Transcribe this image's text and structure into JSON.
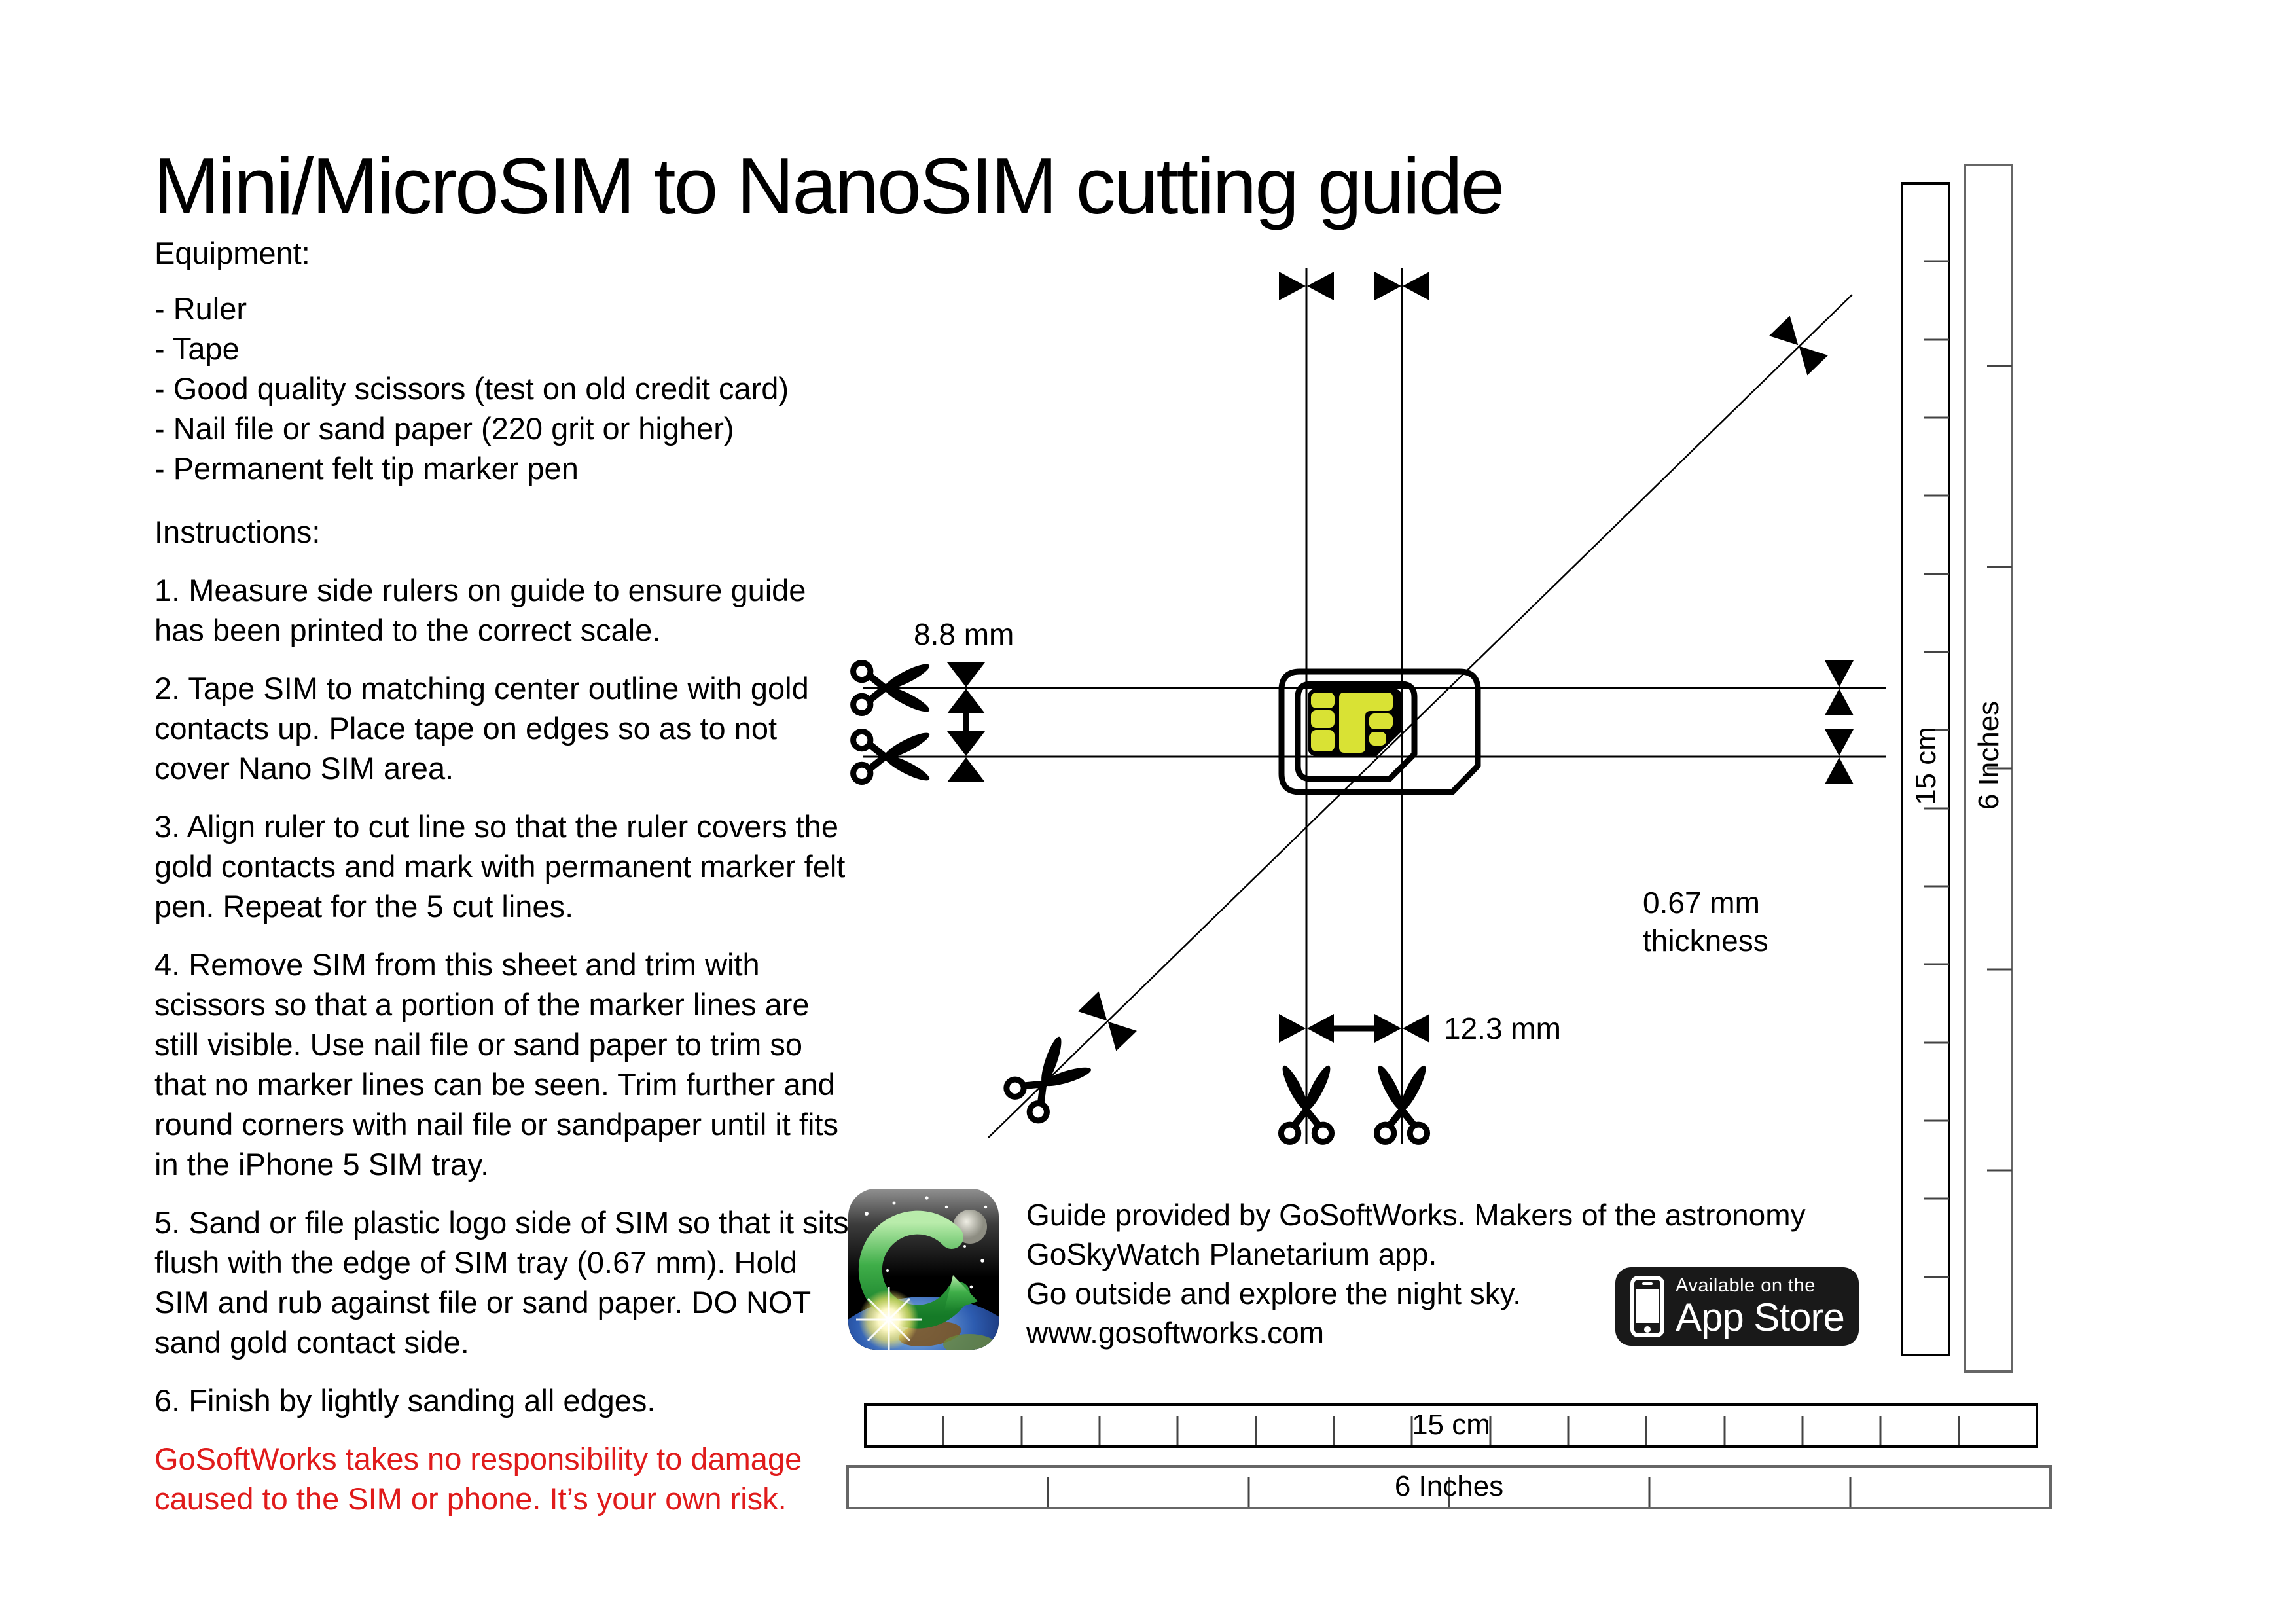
{
  "page": {
    "title": "Mini/MicroSIM to NanoSIM cutting guide"
  },
  "equipment": {
    "heading": "Equipment:",
    "items": [
      "- Ruler",
      "- Tape",
      "- Good quality scissors (test on old credit card)",
      "- Nail file or sand paper (220 grit or higher)",
      "- Permanent felt tip marker pen"
    ]
  },
  "instructions": {
    "heading": "Instructions:",
    "steps": [
      "1. Measure side rulers on guide to ensure guide has been printed to the correct scale.",
      "2. Tape SIM to matching center outline with gold contacts up. Place tape on edges so as to not cover Nano SIM area.",
      "3. Align ruler to cut line so that the ruler covers the gold contacts and mark with permanent marker felt pen. Repeat for the 5 cut lines.",
      "4. Remove SIM from this sheet and trim with scissors so that a portion of the marker lines are still visible. Use nail file or sand paper to trim so that no marker lines can be seen. Trim further and round corners with nail file or sandpaper until it fits in the iPhone 5 SIM tray.",
      "5. Sand or file plastic logo side of SIM so that it sits flush with the edge of SIM tray (0.67 mm). Hold SIM and rub against file or sand paper. DO NOT sand gold contact side.",
      "6. Finish by lightly sanding all edges."
    ]
  },
  "warning": "GoSoftWorks takes no responsibility to damage caused to the SIM or phone. It’s your own risk.",
  "diagram": {
    "width_label": "8.8 mm",
    "length_label": "12.3 mm",
    "thickness_line1": "0.67 mm",
    "thickness_line2": "thickness",
    "contact_color": "#d9e234"
  },
  "rulers": {
    "cm_label": "15 cm",
    "inch_label": "6 Inches"
  },
  "footer": {
    "credit_line1": "Guide provided by GoSoftWorks. Makers of the astronomy",
    "credit_line2": "GoSkyWatch Planetarium app.",
    "credit_line3": "Go outside and explore the night sky.",
    "credit_line4": "www.gosoftworks.com",
    "badge_small": "Available on the",
    "badge_large": "App Store"
  },
  "colors": {
    "warning_red": "#e01b1b",
    "cut_line": "#000000"
  }
}
